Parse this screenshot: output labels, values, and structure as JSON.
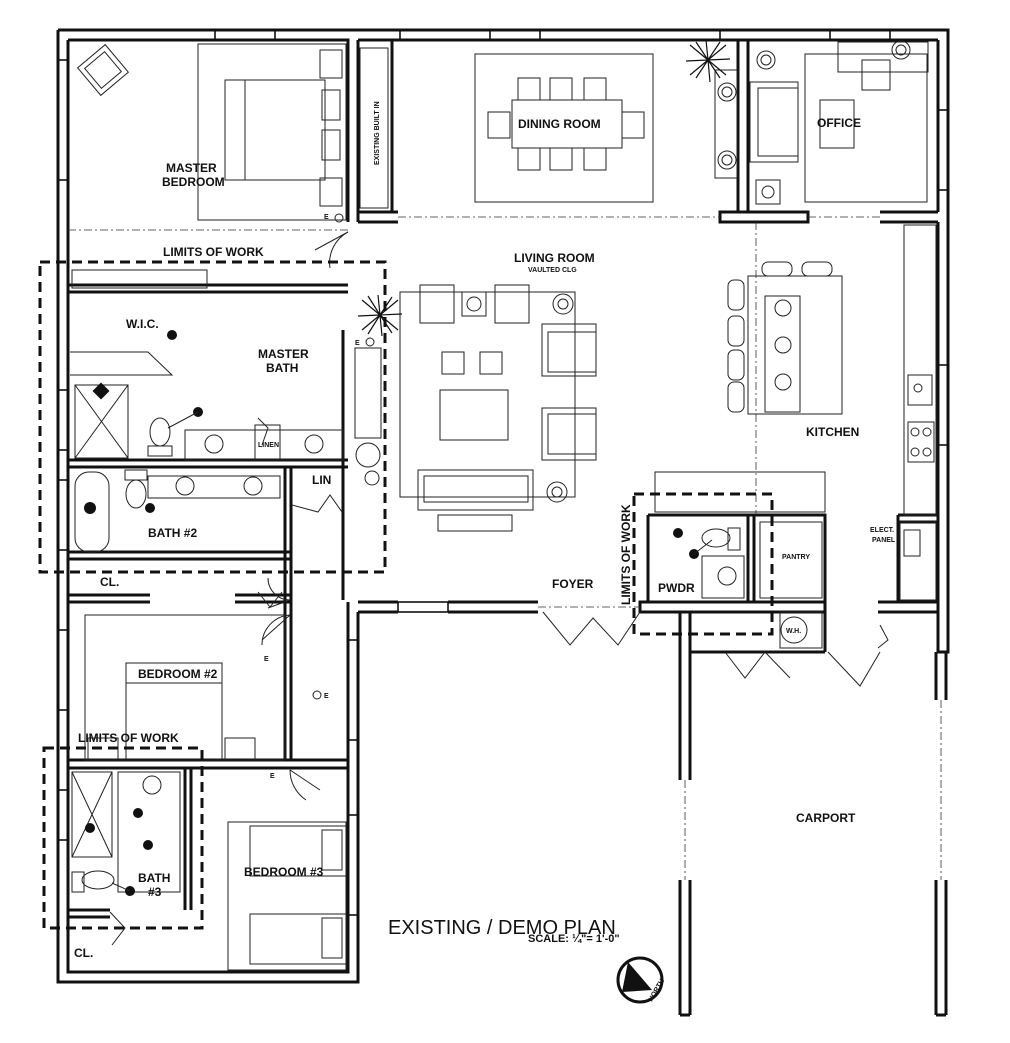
{
  "rooms": {
    "master_bedroom_1": "MASTER",
    "master_bedroom_2": "BEDROOM",
    "dining_room": "DINING ROOM",
    "office": "OFFICE",
    "existing_built_in": "EXISTING BUILT IN",
    "living_room": "LIVING ROOM",
    "vaulted": "VAULTED CLG",
    "wic": "W.I.C.",
    "master_bath_1": "MASTER",
    "master_bath_2": "BATH",
    "linen": "LINEN",
    "lin": "LIN",
    "bath2": "BATH #2",
    "cl_1": "CL.",
    "cl_2": "CL.",
    "kitchen": "KITCHEN",
    "foyer": "FOYER",
    "pwdr": "PWDR",
    "pantry": "PANTRY",
    "elect_1": "ELECT.",
    "elect_2": "PANEL",
    "wh": "W.H.",
    "bedroom2": "BEDROOM #2",
    "bedroom3": "BEDROOM #3",
    "bath3_1": "BATH",
    "bath3_2": "#3",
    "carport": "CARPORT"
  },
  "limits": {
    "top": "LIMITS OF WORK",
    "bottom": "LIMITS OF WORK",
    "vertical": "LIMITS OF WORK"
  },
  "plan_title": "EXISTING / DEMO PLAN",
  "scale": "SCALE: ¼\"= 1'-0\"",
  "north": "NORTH",
  "outlet_mark": "E"
}
